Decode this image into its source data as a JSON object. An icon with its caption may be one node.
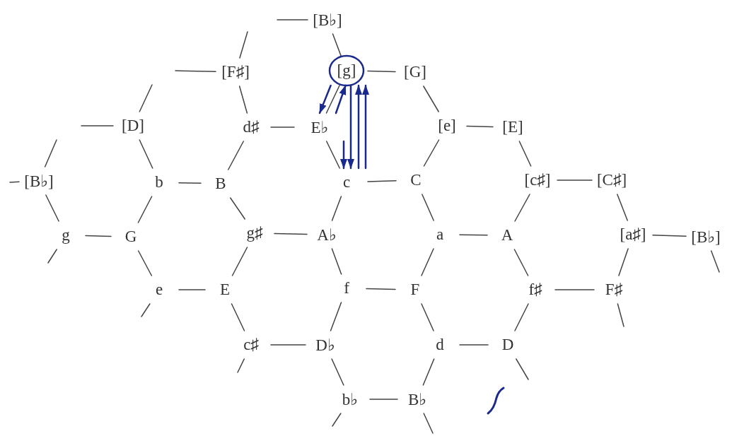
{
  "diagram": {
    "nodes": [
      {
        "text": [
          "[B♭]"
        ]
      },
      {
        "text": [
          "[F♯]"
        ]
      },
      {
        "text": [
          "[g]"
        ]
      },
      {
        "text": [
          "[G]"
        ]
      },
      {
        "text": [
          "[D]"
        ]
      },
      {
        "text": [
          "d♯"
        ]
      },
      {
        "text": [
          "E♭"
        ]
      },
      {
        "text": [
          "[e]"
        ]
      },
      {
        "text": [
          "[E]"
        ]
      },
      {
        "text": [
          "[B♭]"
        ]
      },
      {
        "text": [
          "b"
        ]
      },
      {
        "text": [
          "B"
        ]
      },
      {
        "text": [
          "c"
        ]
      },
      {
        "text": [
          "C"
        ]
      },
      {
        "text": [
          "[c♯]"
        ]
      },
      {
        "text": [
          "[C♯]"
        ]
      },
      {
        "text": [
          "g"
        ]
      },
      {
        "text": [
          "G"
        ]
      },
      {
        "text": [
          "g♯"
        ]
      },
      {
        "text": [
          "A♭"
        ]
      },
      {
        "text": [
          "a"
        ]
      },
      {
        "text": [
          "A"
        ]
      },
      {
        "text": [
          "[a♯]"
        ]
      },
      {
        "text": [
          "[B♭]"
        ]
      },
      {
        "text": [
          "e"
        ]
      },
      {
        "text": [
          "E"
        ]
      },
      {
        "text": [
          "f"
        ]
      },
      {
        "text": [
          "F"
        ]
      },
      {
        "text": [
          "f♯"
        ]
      },
      {
        "text": [
          "F♯"
        ]
      },
      {
        "text": [
          "c♯"
        ]
      },
      {
        "text": [
          "D♭"
        ]
      },
      {
        "text": [
          "d"
        ]
      },
      {
        "text": [
          "D"
        ]
      },
      {
        "text": [
          "b♭"
        ]
      },
      {
        "text": [
          "B♭"
        ]
      }
    ],
    "edges": [
      {
        "from": 0,
        "to": null,
        "arrow": "none"
      },
      {
        "from": 0,
        "to": 2,
        "arrow": "none"
      },
      {
        "from": 1,
        "to": null,
        "arrow": "none"
      },
      {
        "from": 1,
        "to": null,
        "arrow": "none"
      },
      {
        "from": 1,
        "to": 5,
        "arrow": "none"
      },
      {
        "from": 2,
        "to": 3,
        "arrow": "none"
      },
      {
        "from": 2,
        "to": 6,
        "arrow": "none"
      },
      {
        "from": 3,
        "to": 7,
        "arrow": "none"
      },
      {
        "from": 4,
        "to": null,
        "arrow": "none"
      },
      {
        "from": 4,
        "to": null,
        "arrow": "none"
      },
      {
        "from": 4,
        "to": 10,
        "arrow": "none"
      },
      {
        "from": 5,
        "to": 6,
        "arrow": "none"
      },
      {
        "from": 5,
        "to": 11,
        "arrow": "none"
      },
      {
        "from": 6,
        "to": 12,
        "arrow": "none"
      },
      {
        "from": 7,
        "to": 8,
        "arrow": "none"
      },
      {
        "from": 7,
        "to": 13,
        "arrow": "none"
      },
      {
        "from": 8,
        "to": 14,
        "arrow": "none"
      },
      {
        "from": 9,
        "to": null,
        "arrow": "none"
      },
      {
        "from": 9,
        "to": null,
        "arrow": "none"
      },
      {
        "from": 9,
        "to": 16,
        "arrow": "none"
      },
      {
        "from": 10,
        "to": 11,
        "arrow": "none"
      },
      {
        "from": 10,
        "to": 17,
        "arrow": "none"
      },
      {
        "from": 11,
        "to": 18,
        "arrow": "none"
      },
      {
        "from": 12,
        "to": 13,
        "arrow": "none"
      },
      {
        "from": 12,
        "to": 19,
        "arrow": "none"
      },
      {
        "from": 13,
        "to": 20,
        "arrow": "none"
      },
      {
        "from": 14,
        "to": 15,
        "arrow": "none"
      },
      {
        "from": 14,
        "to": 21,
        "arrow": "none"
      },
      {
        "from": 15,
        "to": 22,
        "arrow": "none"
      },
      {
        "from": 16,
        "to": 17,
        "arrow": "none"
      },
      {
        "from": 16,
        "to": null,
        "arrow": "none"
      },
      {
        "from": 17,
        "to": 24,
        "arrow": "none"
      },
      {
        "from": 18,
        "to": 19,
        "arrow": "none"
      },
      {
        "from": 18,
        "to": 25,
        "arrow": "none"
      },
      {
        "from": 19,
        "to": 26,
        "arrow": "none"
      },
      {
        "from": 20,
        "to": 21,
        "arrow": "none"
      },
      {
        "from": 20,
        "to": 27,
        "arrow": "none"
      },
      {
        "from": 21,
        "to": 28,
        "arrow": "none"
      },
      {
        "from": 22,
        "to": 23,
        "arrow": "none"
      },
      {
        "from": 22,
        "to": 29,
        "arrow": "none"
      },
      {
        "from": 23,
        "to": null,
        "arrow": "none"
      },
      {
        "from": 24,
        "to": 25,
        "arrow": "none"
      },
      {
        "from": 24,
        "to": null,
        "arrow": "none"
      },
      {
        "from": 25,
        "to": 30,
        "arrow": "none"
      },
      {
        "from": 26,
        "to": 27,
        "arrow": "none"
      },
      {
        "from": 26,
        "to": 31,
        "arrow": "none"
      },
      {
        "from": 27,
        "to": 32,
        "arrow": "none"
      },
      {
        "from": 28,
        "to": 29,
        "arrow": "none"
      },
      {
        "from": 28,
        "to": 33,
        "arrow": "none"
      },
      {
        "from": 29,
        "to": null,
        "arrow": "none"
      },
      {
        "from": 30,
        "to": 31,
        "arrow": "none"
      },
      {
        "from": 30,
        "to": null,
        "arrow": "none"
      },
      {
        "from": 31,
        "to": 34,
        "arrow": "none"
      },
      {
        "from": 32,
        "to": 33,
        "arrow": "none"
      },
      {
        "from": 32,
        "to": 35,
        "arrow": "none"
      },
      {
        "from": 33,
        "to": null,
        "arrow": "none"
      },
      {
        "from": 34,
        "to": 35,
        "arrow": "none"
      },
      {
        "from": 34,
        "to": null,
        "arrow": "none"
      },
      {
        "from": 35,
        "to": null,
        "arrow": "none"
      },
      {
        "from": 2,
        "to": 6,
        "arrow": "to",
        "color": "#1a2a8c"
      },
      {
        "from": 6,
        "to": 2,
        "arrow": "to",
        "color": "#1a2a8c"
      },
      {
        "from": 6,
        "to": 12,
        "arrow": "to",
        "color": "#1a2a8c"
      },
      {
        "from": 2,
        "to": 12,
        "arrow": "to",
        "color": "#1a2a8c"
      },
      {
        "from": 12,
        "to": 2,
        "arrow": "to",
        "color": "#1a2a8c"
      },
      {
        "from": 12,
        "to": 2,
        "arrow": "to",
        "color": "#1a2a8c"
      }
    ]
  }
}
